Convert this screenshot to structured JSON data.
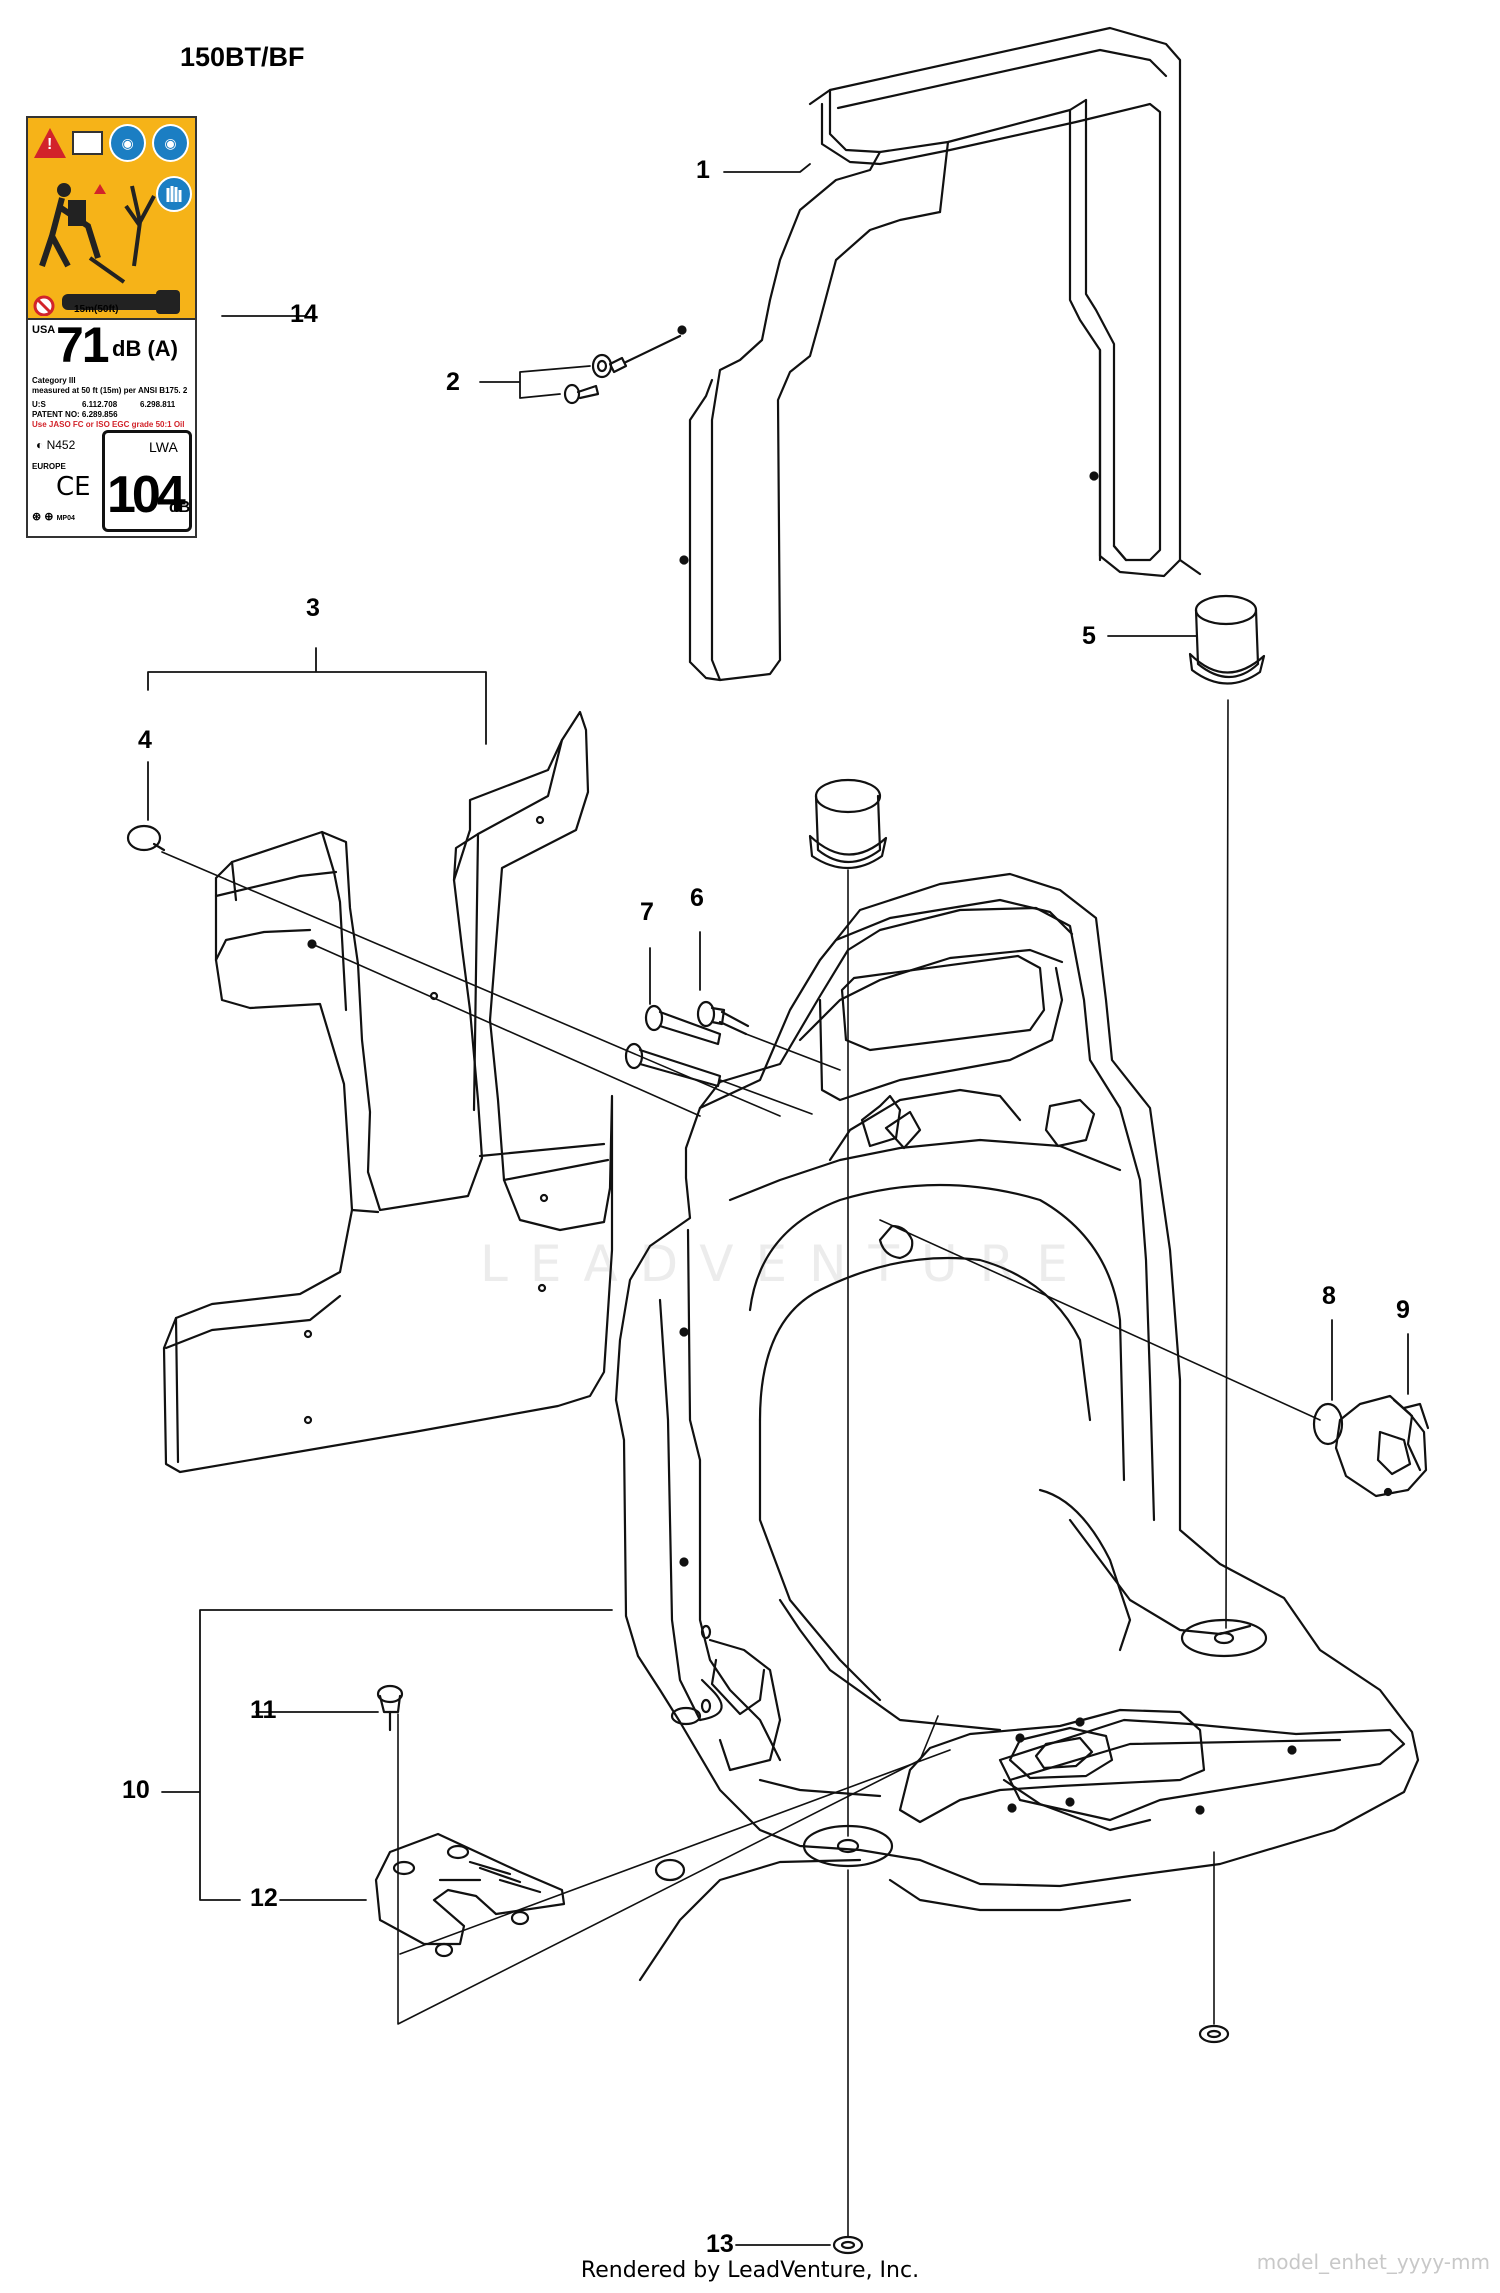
{
  "header": {
    "model": "150BT/BF"
  },
  "footer": {
    "rendered_by": "Rendered by LeadVenture, Inc.",
    "model_code": "model_enhet_yyyy-mm"
  },
  "watermark": {
    "text": "LEADVENTURE"
  },
  "callouts": [
    "1",
    "2",
    "3",
    "4",
    "5",
    "6",
    "7",
    "8",
    "9",
    "10",
    "11",
    "12",
    "13",
    "14"
  ],
  "decal": {
    "usa": "USA",
    "db_value": "71",
    "db_unit": "dB (A)",
    "category": "Category III",
    "measured": "measured at 50 ft (15m) per ANSI B175. 2",
    "us_label": "U:S",
    "us_patent_1": "6.112.708",
    "us_patent_2": "6.298.811",
    "patent_no": "PATENT NO: 6.289.856",
    "oil_note": "Use JASO FC or ISO EGC grade 50:1 Oil",
    "distance": "15m(50ft)",
    "n452": "N452",
    "europe": "EUROPE",
    "ce": "CE",
    "lwa": "LWA",
    "lwa_value": "104",
    "lwa_unit": "dB",
    "mp04": "MP04",
    "colors": {
      "yellow": "#f6b318",
      "blue": "#1b7ec3",
      "red": "#d2232a"
    }
  }
}
